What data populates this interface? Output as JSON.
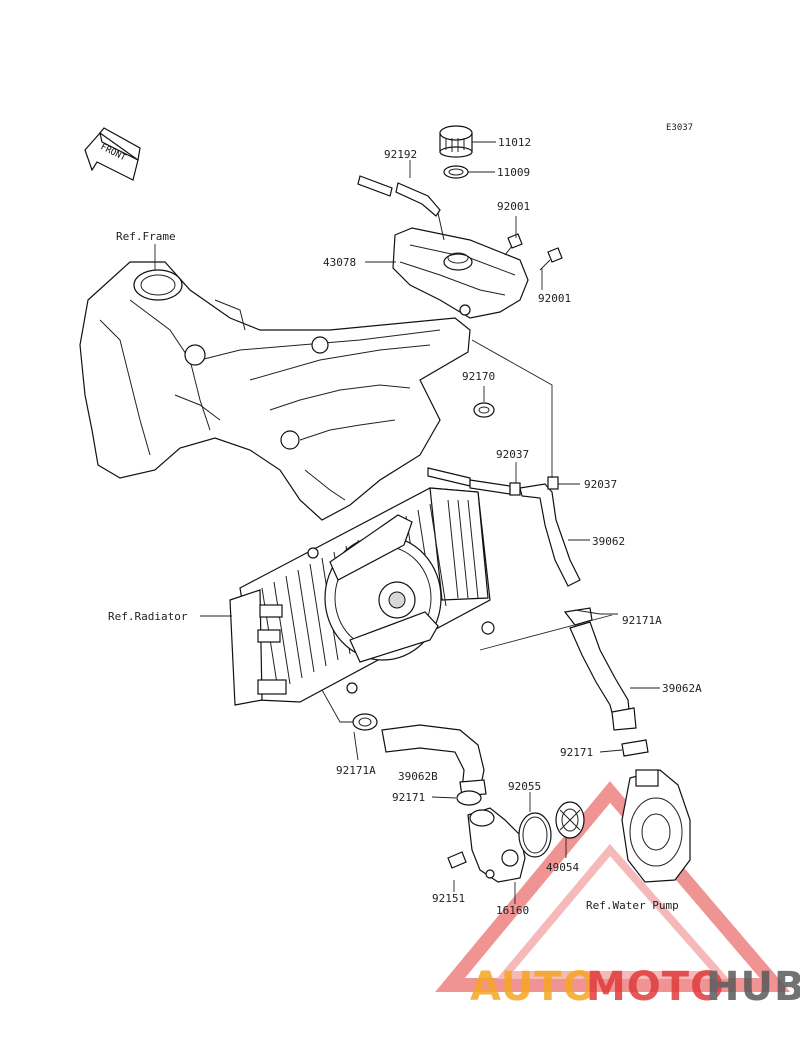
{
  "diagram_code": "E3037",
  "front_label": "FRONT",
  "ref_labels": {
    "frame": "Ref.Frame",
    "radiator": "Ref.Radiator",
    "water_pump": "Ref.Water Pump"
  },
  "part_labels": {
    "p11012": "11012",
    "p11009": "11009",
    "p92192": "92192",
    "p92001_top": "92001",
    "p43078": "43078",
    "p92001_side": "92001",
    "p92170": "92170",
    "p92037_left": "92037",
    "p92037_right": "92037",
    "p39062": "39062",
    "p92171A_right": "92171A",
    "p39062A": "39062A",
    "p92171_right": "92171",
    "p92171A_left": "92171A",
    "p39062B": "39062B",
    "p92171_left": "92171",
    "p92055": "92055",
    "p49054": "49054",
    "p92151": "92151",
    "p16160": "16160"
  },
  "watermark": {
    "part1": "AUTO",
    "part2": "MOTO",
    "part3": "HUB",
    "colors": {
      "orange": "#f5a623",
      "red": "#e23b3b",
      "grey": "#5a5a5a"
    }
  }
}
